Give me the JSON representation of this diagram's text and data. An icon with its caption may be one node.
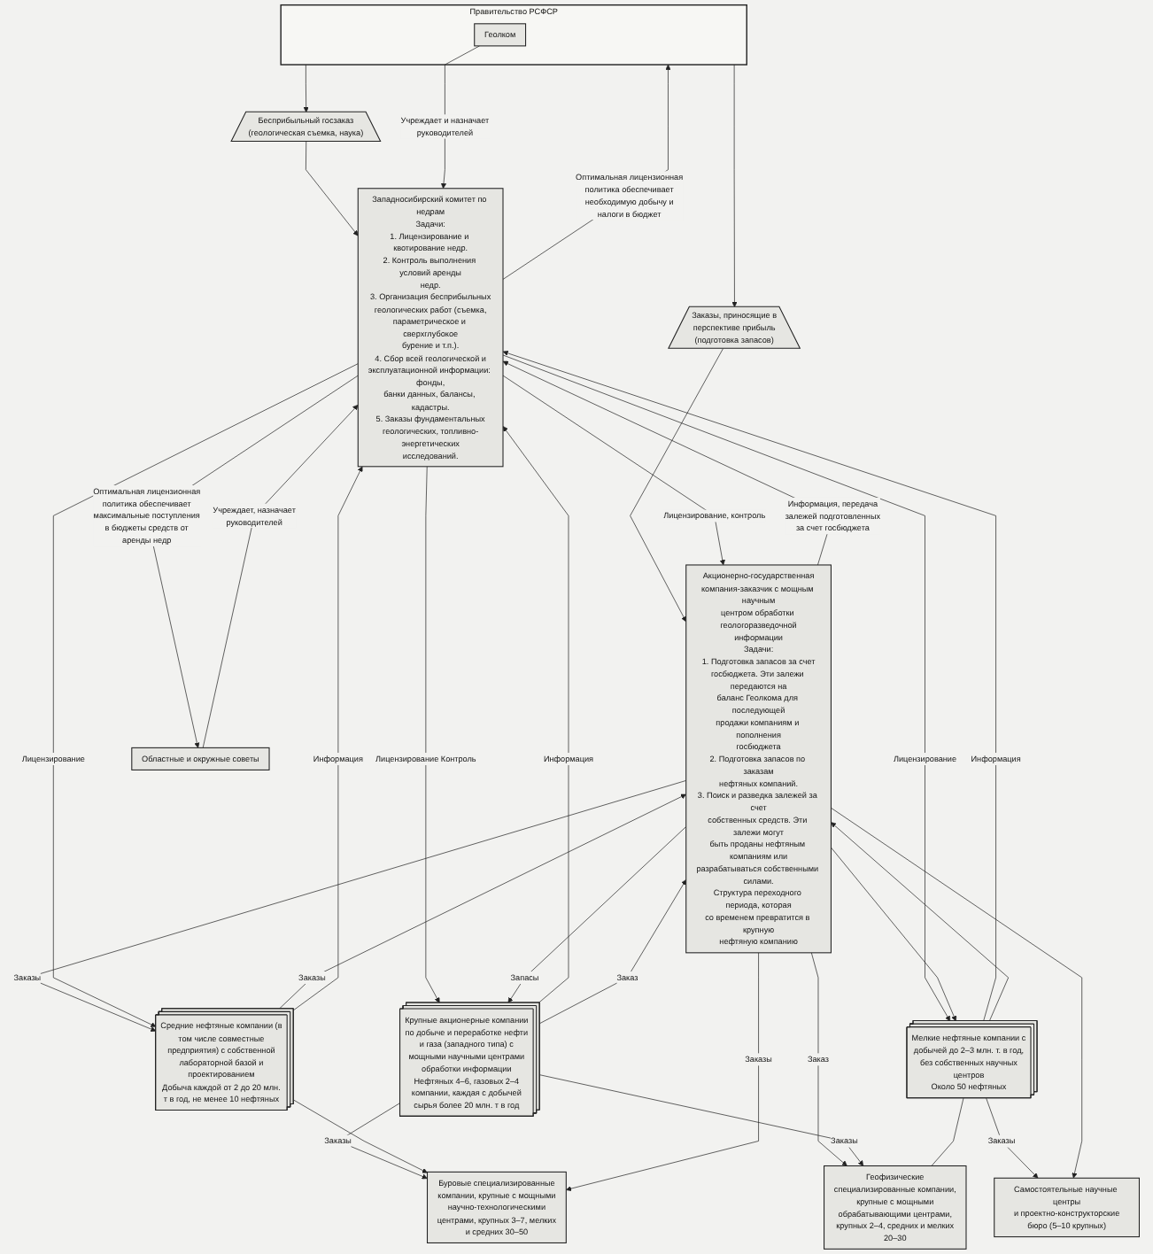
{
  "diagram": {
    "nodes": [
      {
        "text": [
          "Правительство РСФСР"
        ]
      },
      {
        "text": [
          "Геолком"
        ],
        "in": 0
      },
      {
        "text": [
          "Бесприбыльный госзаказ (геологическая съемка, наука)"
        ]
      },
      {
        "text": [
          "Заказы, приносящие в перспективе прибыль (подготовка запасов)"
        ]
      },
      {
        "text": [
          "Западносибирский комитет по недрам",
          "Задачи:",
          "1. Лицензирование и квотирование недр.",
          "2. Контроль выполнения условий аренды недр.",
          "3. Организация бесприбыльных геологических работ (съемка, параметрическое и сверхглубокое бурение и т.п.).",
          "4. Сбор всей геологической и эксплуатационной информации: фонды, банки данных, балансы, кадастры.",
          "5. Заказы фундаментальных геологических, топливно-энергетических исследований."
        ]
      },
      {
        "text": [
          "Акционерно-государственная компания-заказчик с мощным научным центром обработки геологоразведочной информации",
          "Задачи:",
          "1. Подготовка запасов за счет госбюджета. Эти залежи передаются на баланс Геолкома для последующей продажи компаниям и пополнения госбюджета",
          "2. Подготовка запасов по заказам нефтяных компаний.",
          "3. Поиск и разведка залежей за счет собственных средств. Эти залежи могут быть проданы нефтяным компаниям или разрабатываться собственными силами.",
          "Структура переходного периода, которая со временем превратится в крупную нефтяную компанию"
        ]
      },
      {
        "text": [
          "Крупные акционерные компании по добыче и переработке нефти и газа (западного типа) с мощными научными центрами обработки информации",
          "Нефтяных 4–6, газовых 2–4 компании, каждая с добычей сырья более 20 млн. т в год"
        ]
      },
      {
        "text": [
          "Средние нефтяные компании (в том числе совместные предприятия) с собственной лабораторной базой и проектированием",
          "Добыча каждой от 2 до 20 млн. т в год, не менее 10 нефтяных"
        ]
      },
      {
        "text": [
          "Мелкие нефтяные компании с добычей до 2–3 млн. т. в год, без собственных научных центров",
          "Около 50 нефтяных"
        ]
      },
      {
        "text": [
          "Областные и окружные советы"
        ]
      },
      {
        "text": [
          "Буровые специализированные компании, крупные с мощными научно-технологическими центрами, крупных 3–7, мелких и средних 30–50"
        ]
      },
      {
        "text": [
          "Геофизические специализированные компании, крупные с мощными обрабатывающими центрами, крупных 2–4, средних и мелких 20–30"
        ]
      },
      {
        "text": [
          "Самостоятельные научные центры и проектно-конструкторские бюро (5–10 крупных)"
        ]
      }
    ],
    "edges": [
      {
        "from": 0,
        "to": 2,
        "arrow": "to"
      },
      {
        "from": 0,
        "to": 3,
        "arrow": "to"
      },
      {
        "from": 2,
        "to": 4,
        "arrow": "to"
      },
      {
        "from": 3,
        "to": 5,
        "arrow": "to"
      },
      {
        "from": 1,
        "to": 4,
        "arrow": "to",
        "label": "Учреждает и назначает руководителей"
      },
      {
        "from": 4,
        "to": 0,
        "arrow": "to",
        "label": "Оптимальная лицензионная политика обеспечивает необходимую добычу и налоги в бюджет"
      },
      {
        "from": 4,
        "to": 5,
        "arrow": "to",
        "label": "Лицензирование, контроль"
      },
      {
        "from": 5,
        "to": 4,
        "arrow": "to",
        "label": "Информация, передача залежей подготовленных за счет госбюджета"
      },
      {
        "from": 4,
        "to": 6,
        "arrow": "to",
        "label": "Лицензирование Контроль"
      },
      {
        "from": 6,
        "to": 4,
        "arrow": "to",
        "label": "Информация"
      },
      {
        "from": 5,
        "to": 6,
        "arrow": "to",
        "label": "Запасы"
      },
      {
        "from": 6,
        "to": 5,
        "arrow": "to",
        "label": "Заказ"
      },
      {
        "from": 5,
        "to": 11,
        "arrow": "to",
        "label": "Заказ"
      },
      {
        "from": 4,
        "to": 8,
        "arrow": "to",
        "label": "Лицензирование"
      },
      {
        "from": 8,
        "to": 4,
        "arrow": "to",
        "label": "Информация"
      },
      {
        "from": 7,
        "to": 5,
        "arrow": "to",
        "label": "Заказы"
      },
      {
        "from": 5,
        "to": 7,
        "arrow": "to",
        "label": "Заказы"
      },
      {
        "from": 4,
        "to": 7,
        "arrow": "to",
        "label": "Лицензирование"
      },
      {
        "from": 7,
        "to": 4,
        "arrow": "to",
        "label": "Информация"
      },
      {
        "from": 9,
        "to": 4,
        "arrow": "to",
        "label": "Учреждает, назначает руководителей"
      },
      {
        "from": 4,
        "to": 9,
        "arrow": "to",
        "label": "Оптимальная лицензионная политика обеспечивает максимальные поступления в бюджеты средств от аренды недр"
      },
      {
        "from": 6,
        "to": 10,
        "arrow": "to",
        "label": "Заказы"
      },
      {
        "from": 7,
        "to": 10,
        "arrow": "to"
      },
      {
        "from": 5,
        "to": 10,
        "arrow": "to",
        "label": "Заказы"
      },
      {
        "from": 6,
        "to": 11,
        "arrow": "to",
        "label": "Заказы"
      },
      {
        "from": 8,
        "to": 11,
        "arrow": "none"
      },
      {
        "from": 5,
        "to": 8,
        "arrow": "to"
      },
      {
        "from": 8,
        "to": 5,
        "arrow": "to"
      },
      {
        "from": 8,
        "to": 12,
        "arrow": "to",
        "label": "Заказы"
      },
      {
        "from": 5,
        "to": 12,
        "arrow": "to"
      }
    ]
  }
}
